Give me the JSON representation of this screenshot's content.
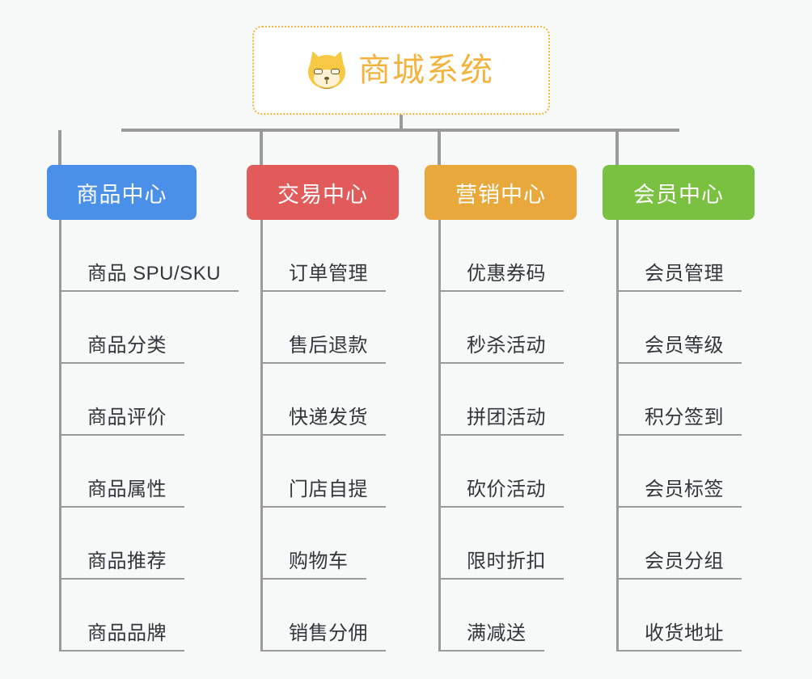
{
  "canvas": {
    "background_color": "#f7f8f8",
    "line_color": "#9a9a9a",
    "leaf_text_color": "#33373b"
  },
  "root": {
    "title": "商城系统",
    "icon": "dog-face-emoji",
    "text_color": "#f3b43f",
    "border_color": "#f0b43c",
    "background_color": "#ffffff"
  },
  "branches": [
    {
      "label": "商品中心",
      "color": "#4a90e8",
      "items": [
        "商品 SPU/SKU",
        "商品分类",
        "商品评价",
        "商品属性",
        "商品推荐",
        "商品品牌"
      ]
    },
    {
      "label": "交易中心",
      "color": "#e15b5b",
      "items": [
        "订单管理",
        "售后退款",
        "快递发货",
        "门店自提",
        "购物车",
        "销售分佣"
      ]
    },
    {
      "label": "营销中心",
      "color": "#e8a83c",
      "items": [
        "优惠券码",
        "秒杀活动",
        "拼团活动",
        "砍价活动",
        "限时折扣",
        "满减送"
      ]
    },
    {
      "label": "会员中心",
      "color": "#7ac142",
      "items": [
        "会员管理",
        "会员等级",
        "积分签到",
        "会员标签",
        "会员分组",
        "收货地址"
      ]
    }
  ],
  "layout": {
    "branch_x": [
      58,
      305,
      525,
      745
    ],
    "branch_width": [
      185,
      188,
      188,
      188
    ],
    "trunk_x": [
      73,
      322,
      542,
      762
    ]
  }
}
